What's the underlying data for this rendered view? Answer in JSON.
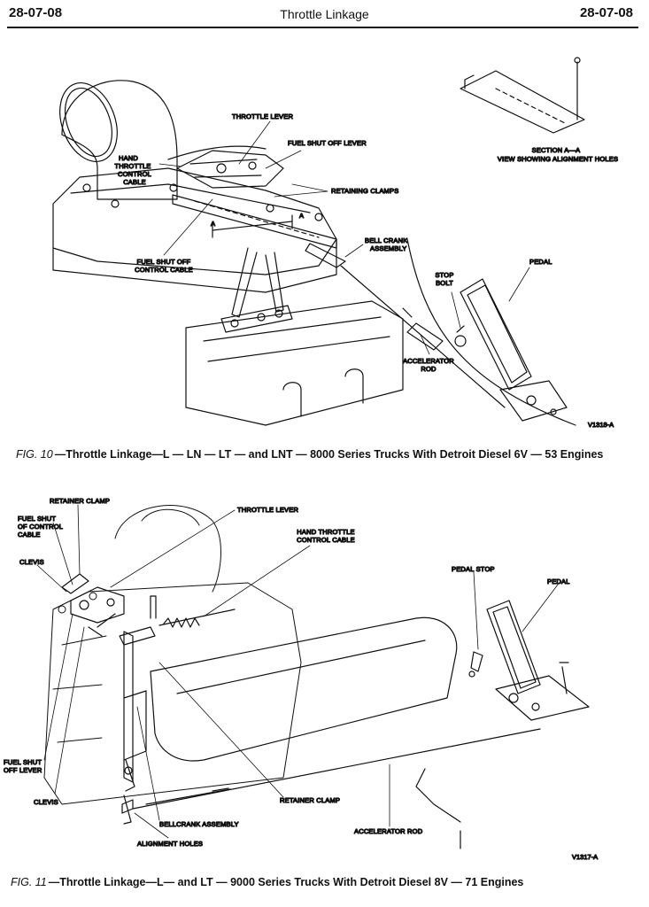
{
  "header": {
    "page_left": "28-07-08",
    "title": "Throttle Linkage",
    "page_right": "28-07-08"
  },
  "fig10": {
    "labels": {
      "throttle_lever": "THROTTLE LEVER",
      "fuel_shut_off_lever": "FUEL SHUT  OFF LEVER",
      "hand_throttle_1": "HAND",
      "hand_throttle_2": "THROTTLE",
      "hand_throttle_3": "CONTROL",
      "hand_throttle_4": "CABLE",
      "retaining_clamps": "RETAINING CLAMPS",
      "bell_crank_1": "BELL CRANK",
      "bell_crank_2": "ASSEMBLY",
      "fuel_cable_1": "FUEL SHUT OFF",
      "fuel_cable_2": "CONTROL CABLE",
      "stop_bolt_1": "STOP",
      "stop_bolt_2": "BOLT",
      "pedal": "PEDAL",
      "accel_rod_1": "ACCELERATOR",
      "accel_rod_2": "ROD",
      "section_1": "SECTION A—A",
      "section_2": "VIEW SHOWING ALIGNMENT HOLES",
      "a_left": "A",
      "a_right": "A"
    },
    "code": "V1318-A",
    "caption_num": "FIG. 10",
    "caption_text": "—Throttle Linkage—L — LN — LT —  and LNT — 8000 Series Trucks With Detroit Diesel 6V — 53 Engines"
  },
  "fig11": {
    "labels": {
      "retainer_clamp_top": "RETAINER CLAMP",
      "throttle_lever": "THROTTLE LEVER",
      "fuel_shut_cable_1": "FUEL SHUT",
      "fuel_shut_cable_2": "OF CONTROL",
      "fuel_shut_cable_3": "CABLE",
      "hand_throttle_1": "HAND THROTTLE",
      "hand_throttle_2": "CONTROL CABLE",
      "clevis_top": "CLEVIS",
      "pedal_stop": "PEDAL STOP",
      "pedal": "PEDAL",
      "fuel_shut_lever_1": "FUEL SHUT",
      "fuel_shut_lever_2": "OFF LEVER",
      "clevis_bottom": "CLEVIS",
      "retainer_clamp_bottom": "RETAINER CLAMP",
      "bellcrank": "BELLCRANK ASSEMBLY",
      "accel_rod": "ACCELERATOR ROD",
      "alignment_holes": "ALIGNMENT HOLES"
    },
    "code": "V1317-A",
    "caption_num": "FIG. 11",
    "caption_text": "—Throttle Linkage—L—  and LT — 9000 Series Trucks With Detroit Diesel 8V — 71 Engines"
  }
}
